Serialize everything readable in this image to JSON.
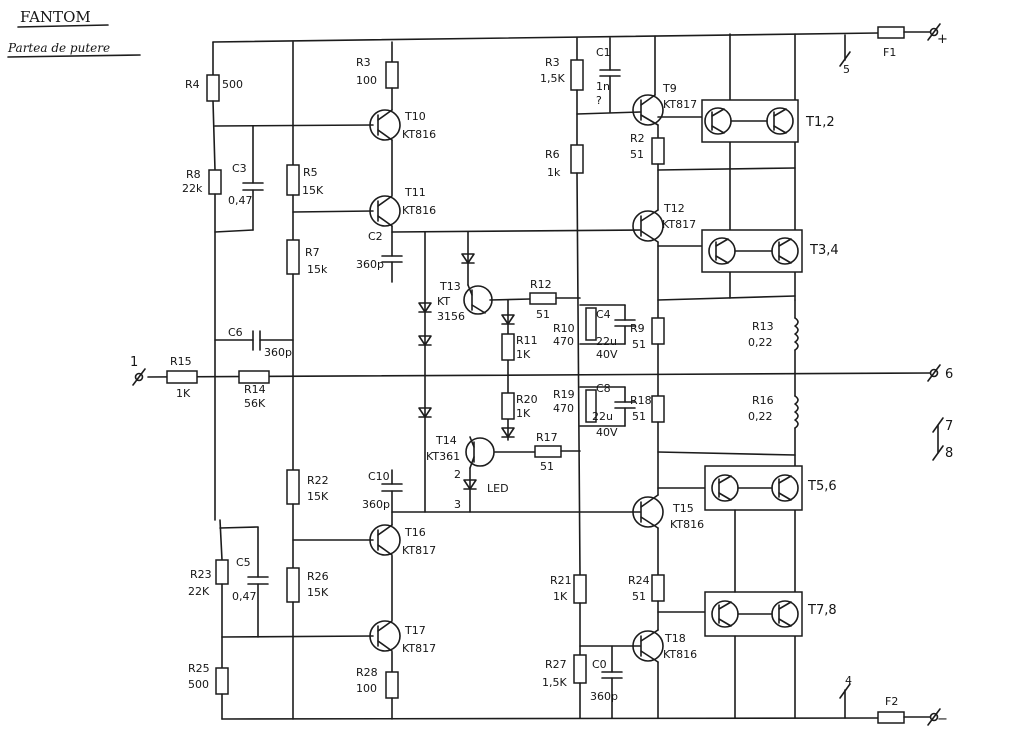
{
  "title": "FANTOM",
  "subtitle": "Partea de putere",
  "nodes": {
    "n1": "1",
    "n4": "4",
    "n5": "5",
    "n6": "6",
    "n7": "7",
    "n8": "8",
    "plus": "+",
    "minus": "−"
  },
  "components": {
    "R4": "R4",
    "R4v": "500",
    "R8": "R8",
    "R8v": "22k",
    "C3": "C3",
    "C3v": "0,47",
    "R5": "R5",
    "R5v": "15K",
    "R7": "R7",
    "R7v": "15k",
    "C6": "C6",
    "C6v": "360p",
    "R15": "R15",
    "R15v": "1K",
    "R14": "R14",
    "R14v": "56K",
    "R22": "R22",
    "R22v": "15K",
    "R26": "R26",
    "R26v": "15K",
    "R23": "R23",
    "R23v": "22K",
    "C5": "C5",
    "C5v": "0,47",
    "R25": "R25",
    "R25v": "500",
    "R3a": "R3",
    "R3av": "100",
    "T10": "T10",
    "T10t": "KT816",
    "T11": "T11",
    "T11t": "KT816",
    "C2": "C2",
    "C2v": "360p",
    "C10": "C10",
    "C10v": "360p",
    "T16": "T16",
    "T16t": "KT817",
    "T17": "T17",
    "T17t": "KT817",
    "R28": "R28",
    "R28v": "100",
    "T13": "T13",
    "T13t": "KT",
    "T13n": "3156",
    "R12": "R12",
    "R12v": "51",
    "R11": "R11",
    "R11v": "1K",
    "R20": "R20",
    "R20v": "1K",
    "T14": "T14",
    "T14t": "KT361",
    "R17": "R17",
    "R17v": "51",
    "LED": "LED",
    "d2": "2",
    "d3": "3",
    "R10": "R10",
    "R10v": "470",
    "C4": "C4",
    "C4v": "22u",
    "C4u": "40V",
    "R19": "R19",
    "R19v": "470",
    "C8": "C8",
    "C8v": "22u",
    "C8u": "40V",
    "R9": "R9",
    "R9v": "51",
    "R18": "R18",
    "R18v": "51",
    "R3b": "R3",
    "R3bv": "1,5K",
    "C1": "C1",
    "C1v": "1n",
    "C1q": "?",
    "R6": "R6",
    "R6v": "1k",
    "T9": "T9",
    "T9t": "KT817",
    "R2": "R2",
    "R2v": "51",
    "T12": "T12",
    "T12t": "KT817",
    "T12p": "T1,2",
    "T34": "T3,4",
    "R13": "R13",
    "R13v": "0,22",
    "R16": "R16",
    "R16v": "0,22",
    "T15": "T15",
    "T15t": "KT816",
    "T56": "T5,6",
    "R21": "R21",
    "R21v": "1K",
    "R24": "R24",
    "R24v": "51",
    "T78": "T7,8",
    "T18": "T18",
    "T18t": "KT816",
    "R27": "R27",
    "R27v": "1,5K",
    "C0": "C0",
    "C0v": "360p",
    "F1": "F1",
    "F2": "F2"
  }
}
